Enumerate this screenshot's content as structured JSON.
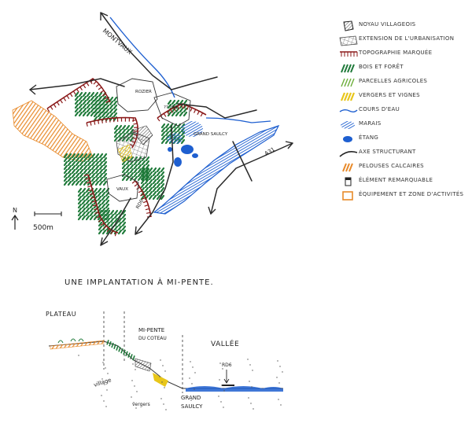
{
  "map": {
    "labels": {
      "river_name": "MONTVAUX",
      "road_a31": "A31",
      "road_rd6": "RD6",
      "village_north": "ROZIER",
      "village_mid": "?? ?NE",
      "village_south": "VAUX",
      "village_grand_saulcy": "GRAND SAULCY",
      "north_letter": "N",
      "scale": "500m"
    },
    "colors": {
      "wood": "#1f7a3a",
      "relief": "#8b1a1a",
      "agri": "#6cae3a",
      "orchard": "#e8c61a",
      "water": "#1e5fd0",
      "limestone": "#e88a2a",
      "road": "#2a2a2a"
    }
  },
  "legend": {
    "items": [
      {
        "icon": "village-core-icon",
        "label": "NOYAU VILLAGEOIS"
      },
      {
        "icon": "urban-extension-icon",
        "label": "EXTENSION DE L'URBANISATION"
      },
      {
        "icon": "relief-icon",
        "label": "TOPOGRAPHIE MARQUÉE"
      },
      {
        "icon": "forest-icon",
        "label": "BOIS ET FORÊT"
      },
      {
        "icon": "agricultural-icon",
        "label": "PARCELLES AGRICOLES"
      },
      {
        "icon": "orchard-icon",
        "label": "VERGERS ET VIGNES"
      },
      {
        "icon": "stream-icon",
        "label": "COURS D'EAU"
      },
      {
        "icon": "marsh-icon",
        "label": "MARAIS"
      },
      {
        "icon": "pond-icon",
        "label": "ÉTANG"
      },
      {
        "icon": "main-axis-icon",
        "label": "AXE STRUCTURANT"
      },
      {
        "icon": "limestone-lawn-icon",
        "label": "PELOUSES CALCAIRES"
      },
      {
        "icon": "landmark-icon",
        "label": "ÉLÉMENT REMARQUABLE"
      },
      {
        "icon": "activity-zone-icon",
        "label": "ÉQUIPEMENT ET ZONE D'ACTIVITÉS"
      }
    ]
  },
  "section": {
    "title": "UNE IMPLANTATION À MI-PENTE.",
    "plateau": "PLATEAU",
    "mid_slope": "MI-PENTE",
    "mid_slope_sub": "DU COTEAU",
    "valley": "VALLÉE",
    "rd6": "RD6",
    "village": "village",
    "vergers": "vergers",
    "grand": "GRAND",
    "saulcy": "SAULCY"
  }
}
